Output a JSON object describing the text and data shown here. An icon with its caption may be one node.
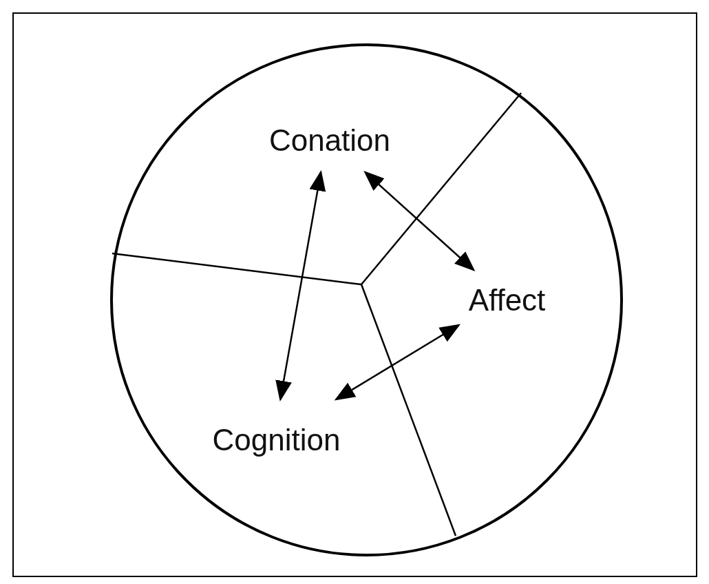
{
  "diagram": {
    "nodes": [
      {
        "text": [],
        "shape": "circle"
      },
      {
        "text": [
          "Conation"
        ],
        "in": 0
      },
      {
        "text": [
          "Affect"
        ],
        "in": 0
      },
      {
        "text": [
          "Cognition"
        ],
        "in": 0
      }
    ],
    "edges": [
      {
        "from": 1,
        "to": 3,
        "arrow": "both"
      },
      {
        "from": 1,
        "to": 2,
        "arrow": "both"
      },
      {
        "from": 2,
        "to": 3,
        "arrow": "both"
      }
    ]
  }
}
